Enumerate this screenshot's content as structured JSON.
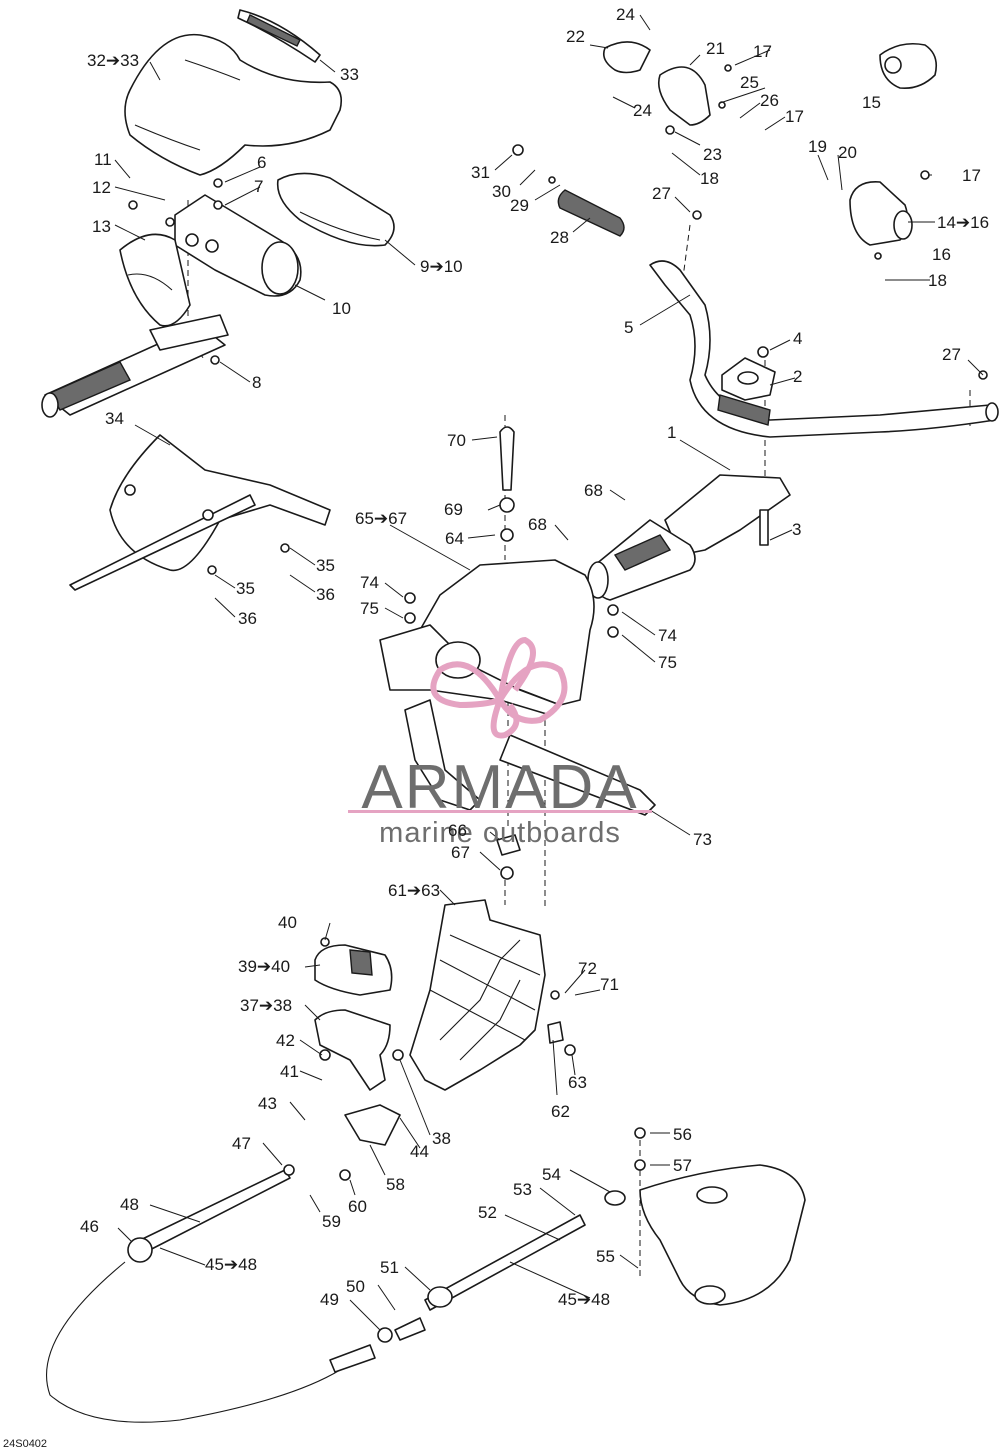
{
  "callouts": [
    "1",
    "2",
    "3",
    "4",
    "5",
    "6",
    "7",
    "8",
    "9➔10",
    "10",
    "11",
    "12",
    "13",
    "14➔16",
    "15",
    "16",
    "17",
    "17",
    "17",
    "18",
    "18",
    "19",
    "20",
    "21",
    "22",
    "23",
    "24",
    "24",
    "25",
    "26",
    "27",
    "27",
    "28",
    "29",
    "30",
    "31",
    "32➔33",
    "33",
    "34",
    "35",
    "35",
    "36",
    "36",
    "37➔38",
    "38",
    "39➔40",
    "40",
    "41",
    "42",
    "43",
    "44",
    "45➔48",
    "45➔48",
    "46",
    "47",
    "48",
    "49",
    "50",
    "51",
    "52",
    "53",
    "54",
    "55",
    "56",
    "57",
    "58",
    "59",
    "60",
    "61➔63",
    "62",
    "63",
    "64",
    "65➔67",
    "66",
    "67",
    "68",
    "68",
    "69",
    "70",
    "71",
    "72",
    "73",
    "74",
    "74",
    "75",
    "75"
  ],
  "watermark": {
    "brand": "ARMADA",
    "tagline": "marine outboards"
  },
  "reference_code": "24S0402",
  "colors": {
    "ink": "#1a1a1a",
    "watermark_text": "#6e6e6e",
    "watermark_logo": "#e5a3c2"
  }
}
